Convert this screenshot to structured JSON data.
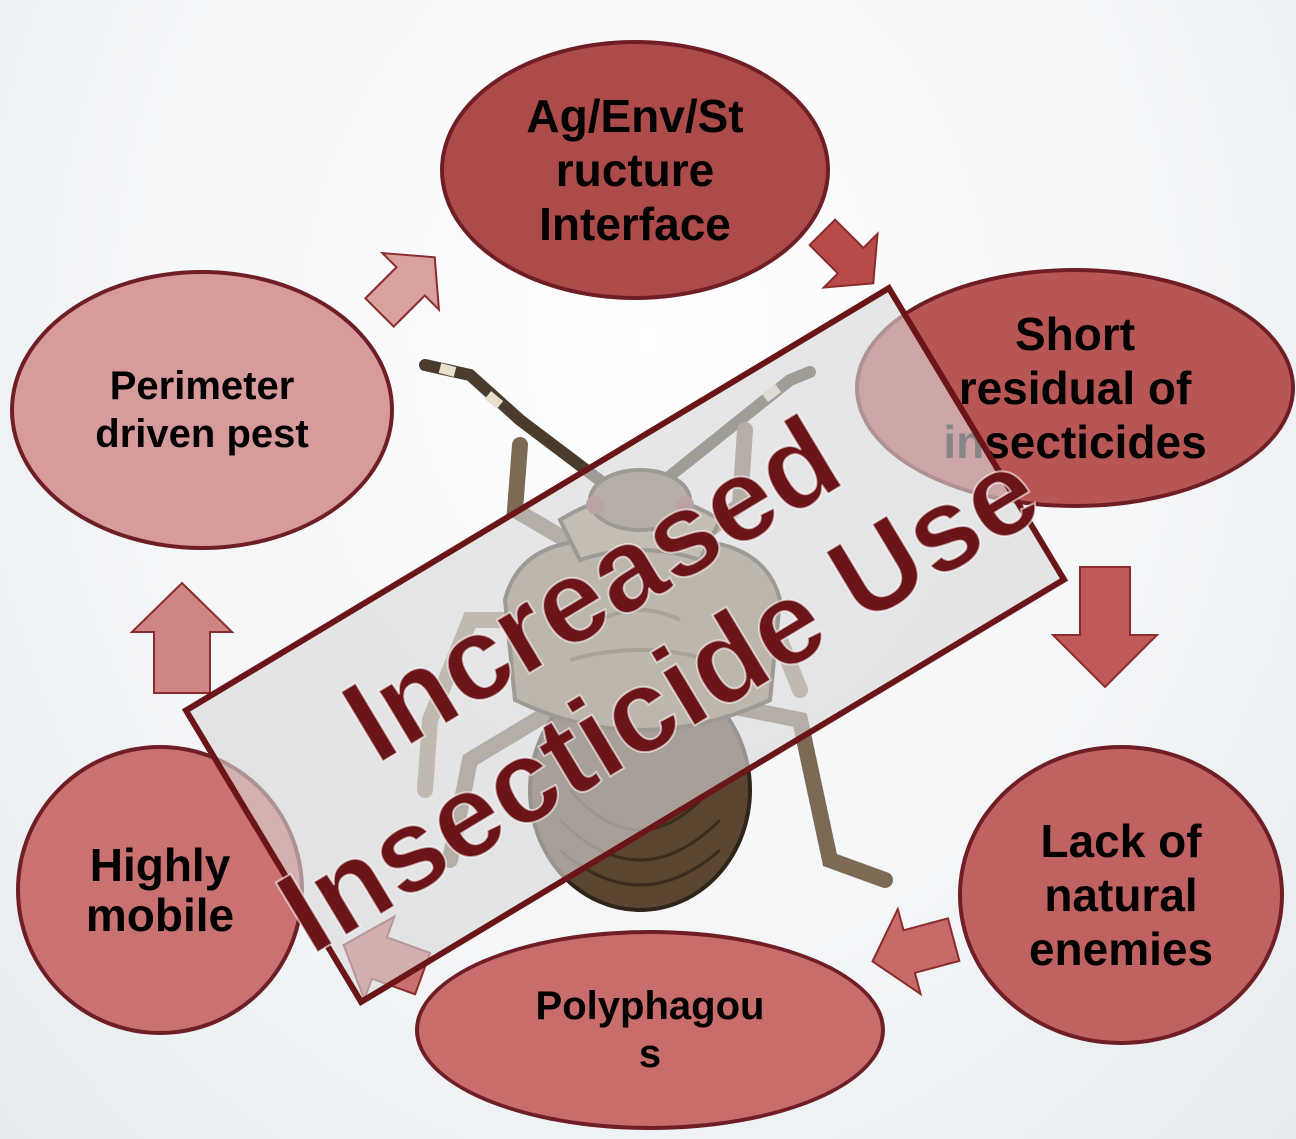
{
  "nodes": [
    {
      "label": "Ag/Env/St\nructure\nInterface"
    },
    {
      "label": "Short\nresidual of\ninsecticides"
    },
    {
      "label": "Lack of\nnatural\nenemies"
    },
    {
      "label": "Polyphagou\ns"
    },
    {
      "label": "Highly\nmobile"
    },
    {
      "label": "Perimeter\ndriven pest"
    }
  ],
  "banner": {
    "line1": "Increased",
    "line2": "Insecticide Use"
  },
  "colors": {
    "node_border": "#6e1e24",
    "banner_text": "#6b1518",
    "banner_border": "#6b1518"
  }
}
